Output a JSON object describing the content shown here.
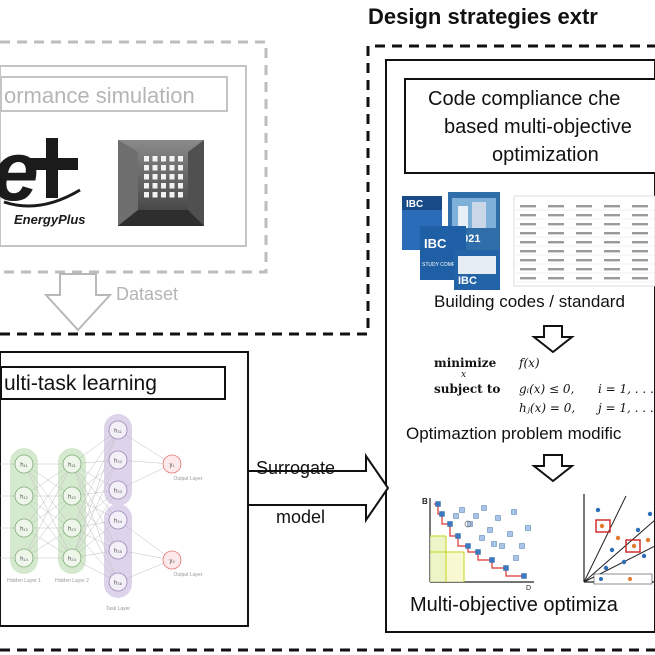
{
  "header": {
    "title": "Design strategies extr"
  },
  "simulation": {
    "title": "ormance simulation",
    "logo_text": "EnergyPlus"
  },
  "dataset": {
    "label": "Dataset"
  },
  "multitask": {
    "title": "ulti-task learning",
    "hidden_nodes": [
      "h₁₁",
      "h₁₂",
      "h₁₃",
      "h₁₄"
    ],
    "hidden_nodes_2": [
      "h₂₁",
      "h₂₂",
      "h₂₃",
      "h₂₄"
    ],
    "task_nodes_a": [
      "h₃₁",
      "h₃₂",
      "h₃₃"
    ],
    "task_nodes_b": [
      "h₃₄",
      "h₃₅",
      "h₃₆"
    ],
    "outputs": [
      "y₁",
      "y₂"
    ],
    "layer_labels": [
      "Hidden Layer 1",
      "Hidden Layer 2",
      "Task Layer",
      "Output Layer",
      "Output Layer"
    ]
  },
  "surrogate": {
    "line1": "Surrogate",
    "line2": "model"
  },
  "strategies": {
    "box_lines": [
      "Code compliance che",
      "based multi-objective",
      "optimization"
    ],
    "codes_caption": "Building codes / standard",
    "book_labels": [
      "IBC",
      "2021",
      "IBC",
      "IBC",
      "STUDY COMPANION"
    ],
    "problem_caption": "Optimaztion problem modific",
    "moo_caption": "Multi-objective optimiza",
    "math": {
      "minimize": "minimize",
      "minimize_sub": "x",
      "objective": "f(x)",
      "subject_to": "subject to",
      "ineq": "gᵢ(x) ≤ 0,",
      "ineq_index": "i = 1, . . . ,",
      "eq": "hⱼ(x) = 0,",
      "eq_index": "j = 1, . . ."
    }
  },
  "colors": {
    "gray_border": "#bdbdbd",
    "green_layer": "#d5e9cf",
    "purple_layer": "#ddd3ea",
    "red_node": "#f3b1b1",
    "blue_book": "#1f5fa6"
  }
}
